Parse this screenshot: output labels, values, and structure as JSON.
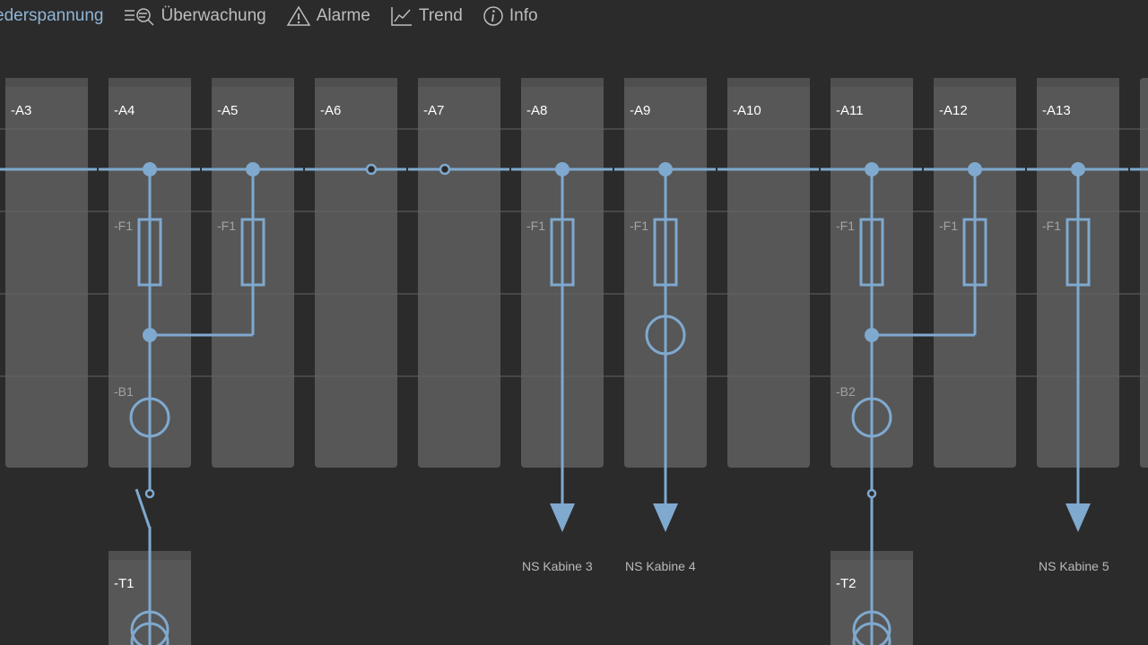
{
  "nav": {
    "items": [
      {
        "id": "niederspannung",
        "label": "ederspannung",
        "active": true
      },
      {
        "id": "ueberwachung",
        "label": "Überwachung",
        "icon": "list-search-icon"
      },
      {
        "id": "alarme",
        "label": "Alarme",
        "icon": "warning-triangle-icon"
      },
      {
        "id": "trend",
        "label": "Trend",
        "icon": "trend-chart-icon"
      },
      {
        "id": "info",
        "label": "Info",
        "icon": "info-circle-icon"
      }
    ]
  },
  "panels": [
    {
      "label": "-A3"
    },
    {
      "label": "-A4",
      "fuse": "-F1",
      "ct": "-B1"
    },
    {
      "label": "-A5",
      "fuse": "-F1"
    },
    {
      "label": "-A6"
    },
    {
      "label": "-A7"
    },
    {
      "label": "-A8",
      "fuse": "-F1"
    },
    {
      "label": "-A9",
      "fuse": "-F1",
      "ct": ""
    },
    {
      "label": "-A10"
    },
    {
      "label": "-A11",
      "fuse": "-F1",
      "ct": "-B2"
    },
    {
      "label": "-A12",
      "fuse": "-F1"
    },
    {
      "label": "-A13",
      "fuse": "-F1"
    }
  ],
  "outputs": [
    {
      "label": "NS Kabine 3"
    },
    {
      "label": "NS Kabine 4"
    },
    {
      "label": "NS Kabine 5"
    }
  ],
  "transformers": [
    {
      "label": "-T1"
    },
    {
      "label": "-T2"
    }
  ],
  "colors": {
    "background": "#2b2b2b",
    "panel": "#575757",
    "line": "#7fa9cf",
    "nav_active": "#8fb4d6",
    "nav_text": "#bdbdbd"
  }
}
